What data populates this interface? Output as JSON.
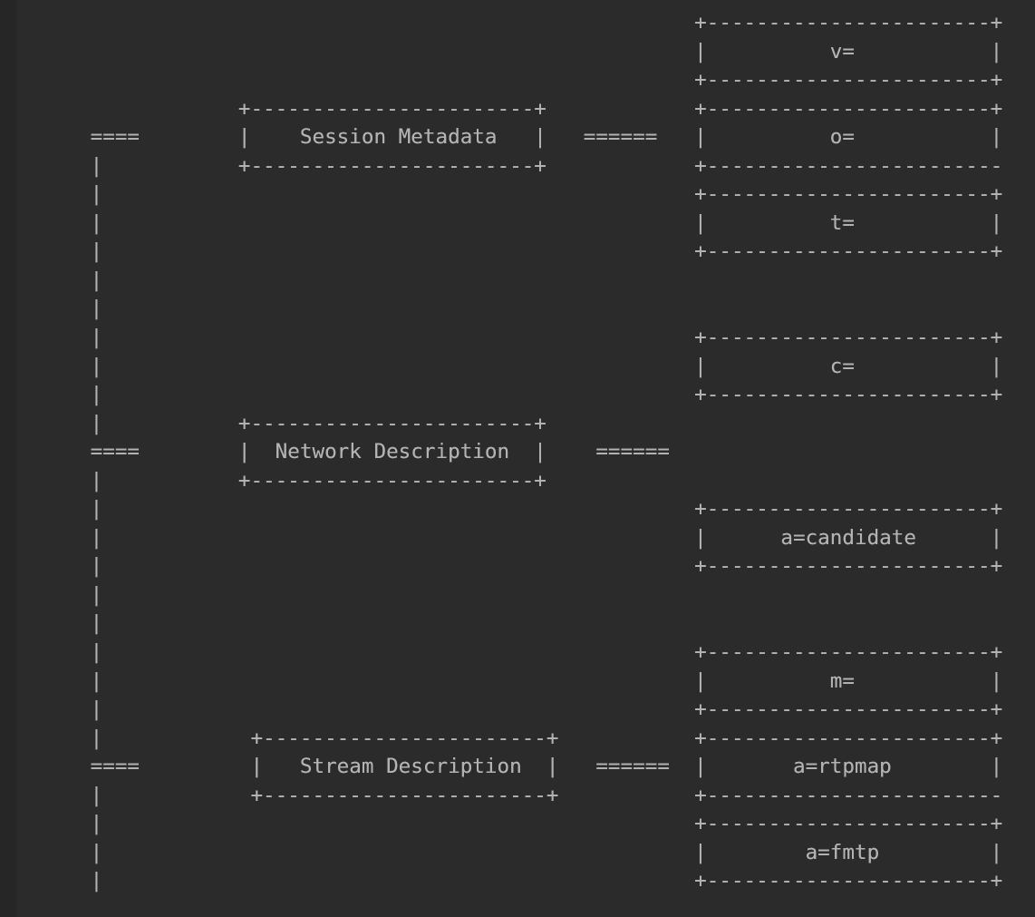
{
  "theme": {
    "background": "#2b2b2b",
    "gutter": "#262626",
    "text": "#b3b3b3",
    "font": "monospace"
  },
  "diagram": {
    "kind": "ascii-art",
    "title": "SDP Session Description Structure",
    "columns": {
      "left_spine_label": "vertical-connector-spine",
      "middle_label": "section-boxes",
      "right_label": "field-boxes"
    },
    "sections": [
      {
        "name": "Session Metadata",
        "connector_left": "=====",
        "connector_right": "======",
        "fields": [
          "v=",
          "o=",
          "t="
        ]
      },
      {
        "name": "Network Description",
        "connector_left": "=====",
        "connector_right": "======",
        "fields": [
          "c=",
          "a=candidate"
        ]
      },
      {
        "name": "Stream Description",
        "connector_left": "=====",
        "connector_right": "======",
        "fields": [
          "m=",
          "a=rtpmap",
          "a=fmtp"
        ]
      }
    ],
    "all_field_labels": [
      "v=",
      "o=",
      "t=",
      "c=",
      "a=candidate",
      "m=",
      "a=rtpmap",
      "a=fmtp"
    ],
    "all_section_labels": [
      "Session Metadata",
      "Network Description",
      "Stream Description"
    ],
    "art": "                                                       +-----------------------+\n                                                       |          v=           |\n                                                       +-----------------------+\n                  +-----------------------+            +-----------------------+\n      ====        |    Session Metadata   |   ======   |          o=           |\n      |           +-----------------------+            +------------------------\n      |                                                +-----------------------+\n      |                                                |          t=           |\n      |                                                +-----------------------+\n      |\n      |\n      |                                                +-----------------------+\n      |                                                |          c=           |\n      |                                                +-----------------------+\n      |           +-----------------------+\n      ====        |  Network Description  |    ======\n      |           +-----------------------+\n      |                                                +-----------------------+\n      |                                                |      a=candidate      |\n      |                                                +-----------------------+\n      |\n      |\n      |                                                +-----------------------+\n      |                                                |          m=           |\n      |                                                +-----------------------+\n      |            +-----------------------+           +-----------------------+\n      ====         |   Stream Description  |   ======  |       a=rtpmap        |\n      |            +-----------------------+           +------------------------\n      |                                                +-----------------------+\n      |                                                |        a=fmtp         |\n      |                                                +-----------------------+"
  }
}
